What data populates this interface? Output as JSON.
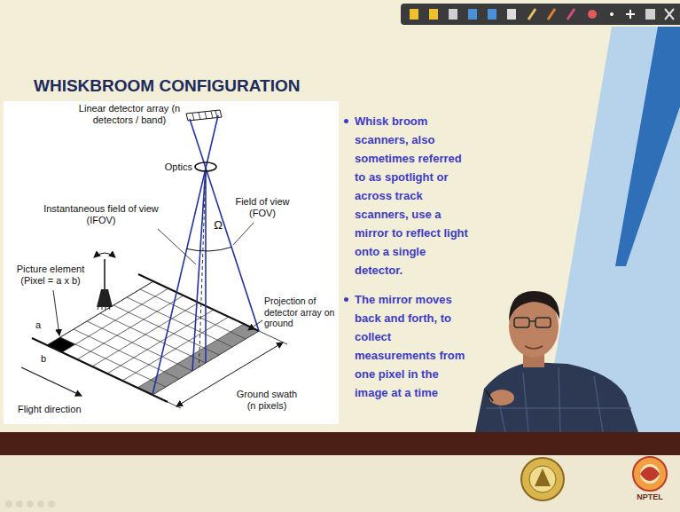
{
  "diagram": {
    "title": "WHISKBROOM CONFIGURATION",
    "labels": [
      "Linear detector array (n detectors / band)",
      "Optics",
      "Instantaneous field of view (IFOV)",
      "Field of view (FOV)",
      "Ω",
      "Picture element (Pixel = a x b)",
      "a",
      "b",
      "Projection of detector array on ground",
      "Ground swath (n pixels)",
      "Flight direction",
      "Whisk broom scanners, also sometimes referred to as spotlight or across track scanners, use a mirror to reflect light onto a single detector.",
      "The mirror moves back and forth, to collect measurements from one pixel in the image at a time",
      "NPTEL"
    ]
  }
}
